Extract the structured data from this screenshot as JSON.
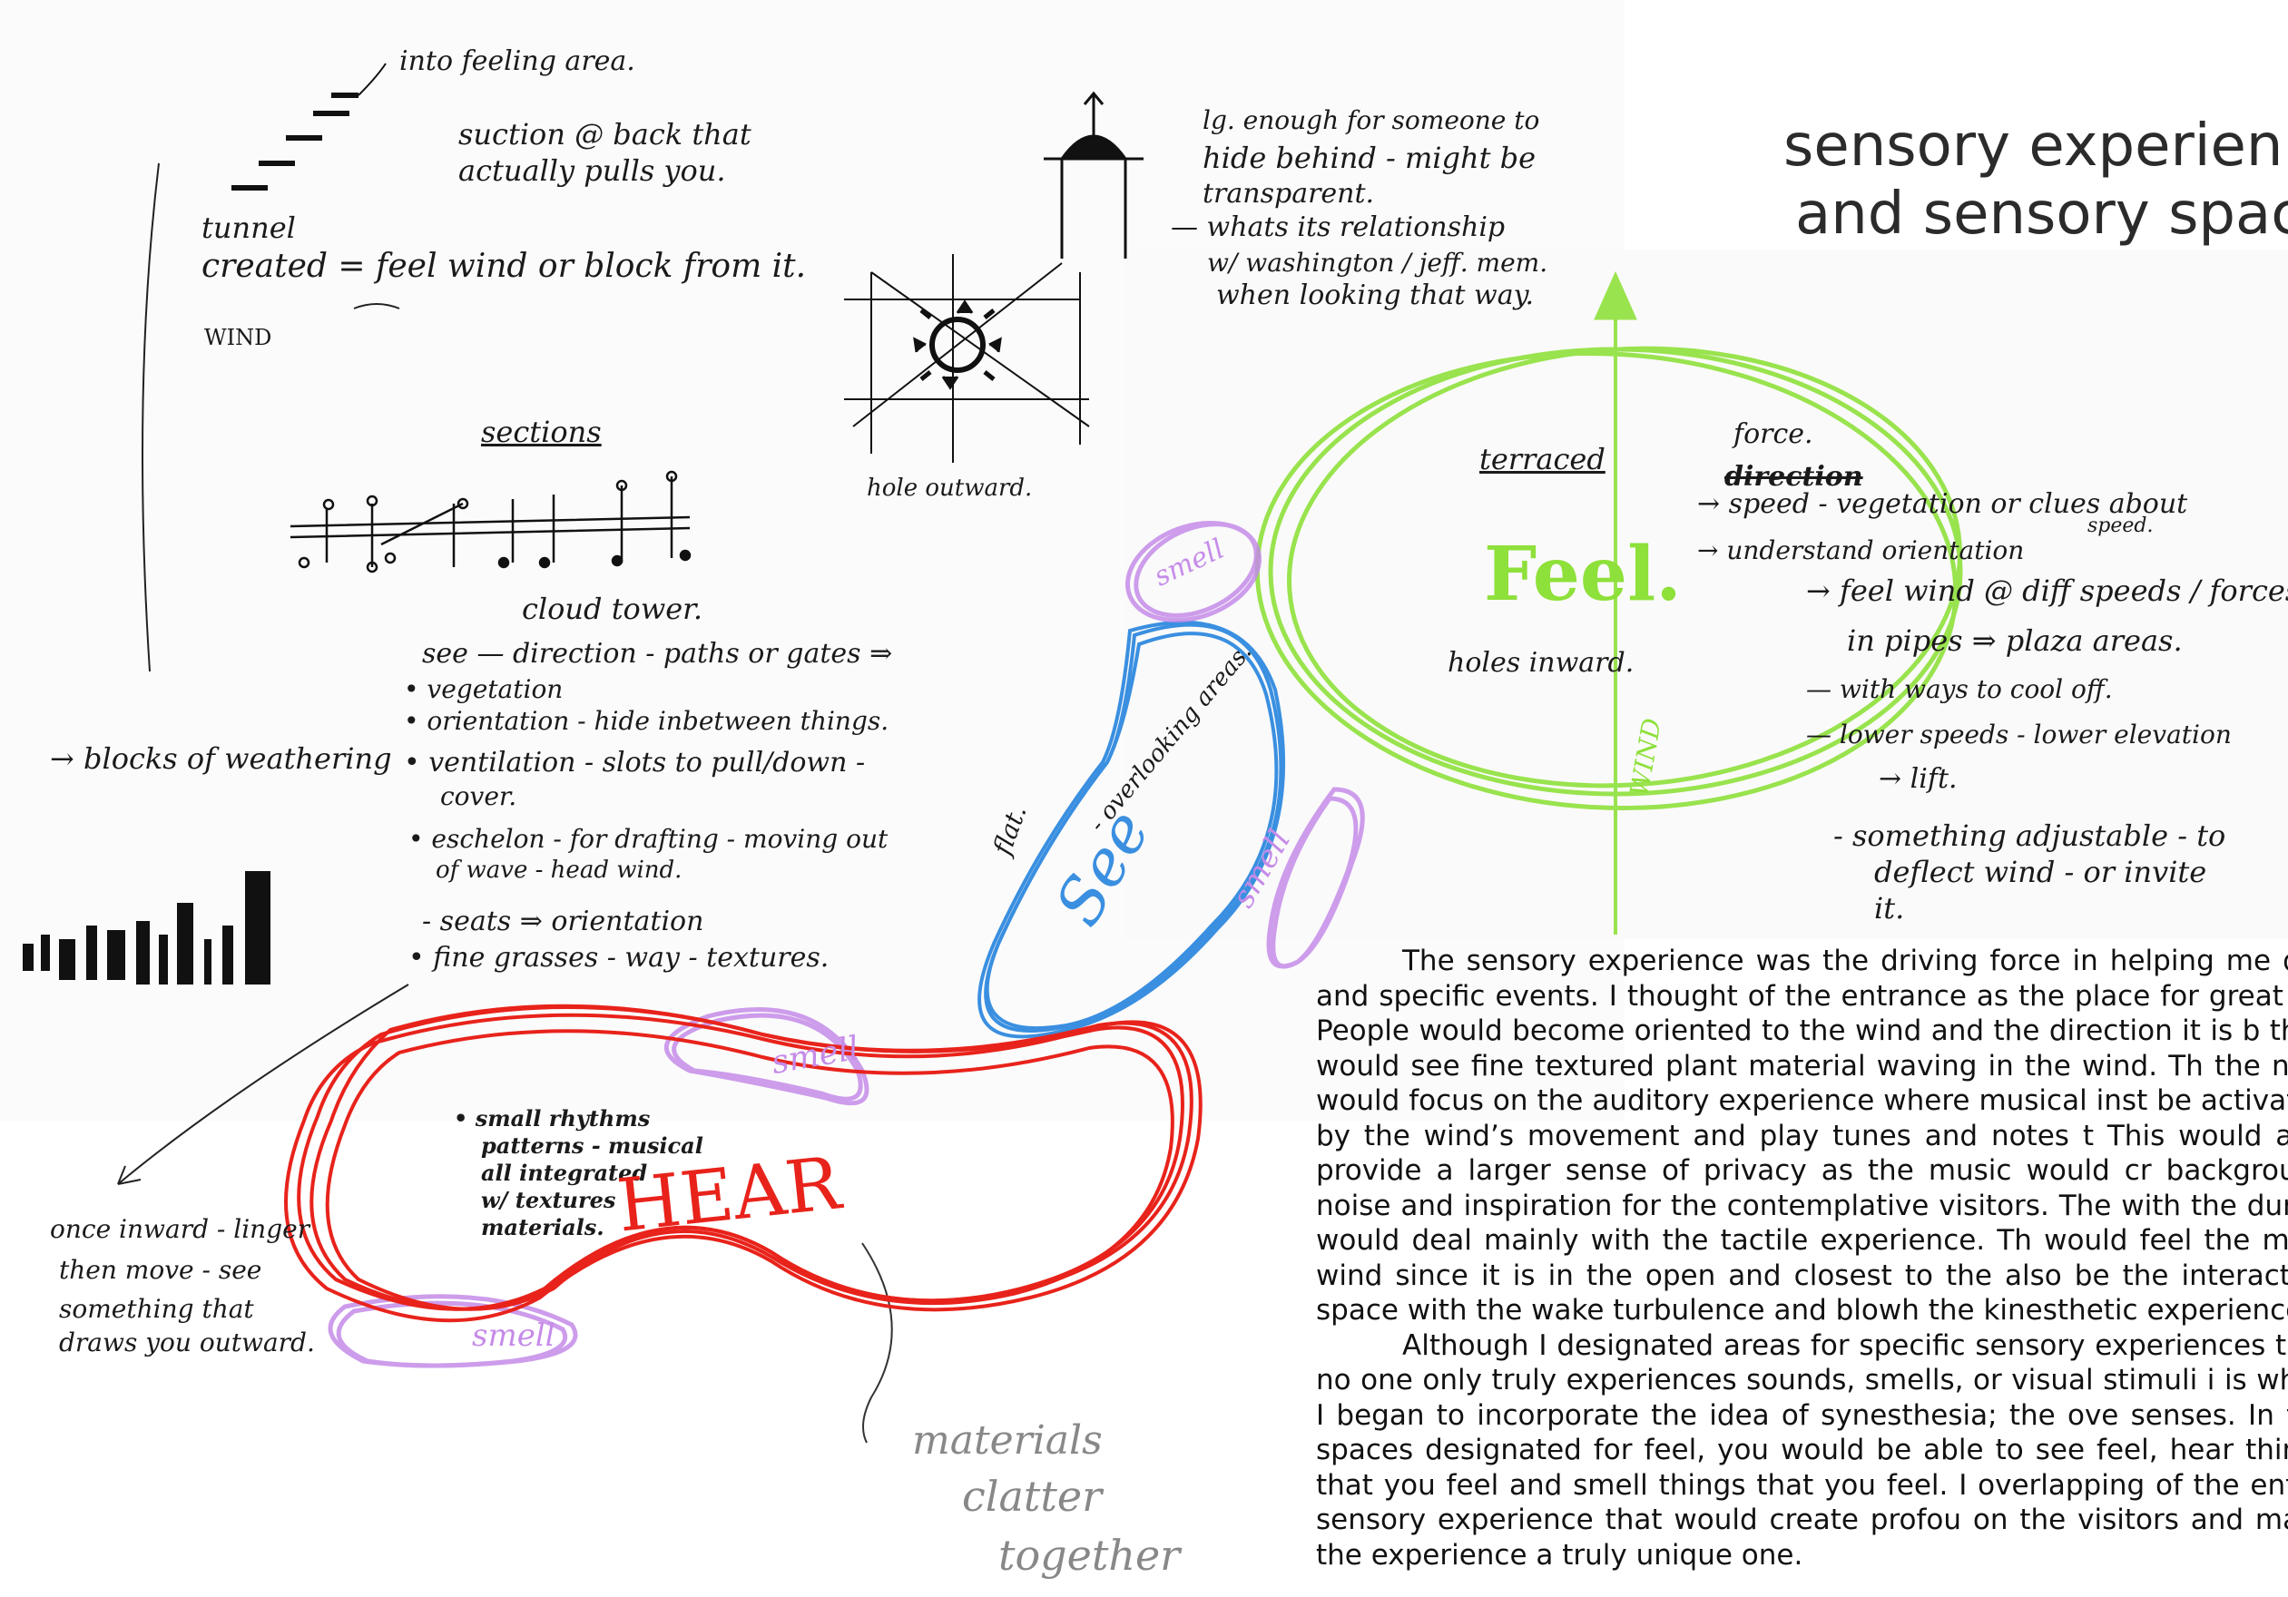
{
  "title": {
    "line1": "sensory experien",
    "line2": "and sensory spac"
  },
  "notes": {
    "into_feeling": "into feeling area.",
    "suction": "suction @ back that",
    "suction2": "actually pulls you.",
    "tunnel": "tunnel",
    "created": "created = feel wind or block from it.",
    "wind_label": "WIND",
    "sections": "sections",
    "hole_outward": "hole outward.",
    "lg_enough": "lg. enough for someone to",
    "hide_behind": "hide behind - might be",
    "transparent": "transparent.",
    "whats_rel": "— whats its relationship",
    "washington": "w/ washington / jeff. mem.",
    "when_looking": "when looking that way.",
    "cloud_tower": "cloud tower.",
    "see_direction": "see — direction - paths or gates ⇒",
    "vegetation": "• vegetation",
    "orientation_hide": "• orientation - hide inbetween things.",
    "ventilation": "• ventilation - slots to pull/down -",
    "cover": "cover.",
    "eschelon": "• eschelon - for drafting - moving out",
    "of_wave": "of wave - head wind.",
    "seats": "- seats ⇒ orientation",
    "fine_grasses": "• fine grasses - way - textures.",
    "blocks": "→ blocks of weathering",
    "once_inward": "once inward - linger",
    "then_move": "then move - see",
    "something_that": "something that",
    "draws_you": "draws you outward.",
    "small_rhythms": "• small rhythms",
    "patterns": "patterns - musical",
    "all_integrated": "all integrated",
    "w_textures": "w/ textures",
    "materials_small": "materials.",
    "hear": "HEAR",
    "materials": "materials",
    "clatter": "clatter",
    "together": "together",
    "smell1": "smell",
    "smell2": "smell",
    "smell3": "smell",
    "smell4": "smell",
    "see_big": "See",
    "flat": "flat.",
    "overlooking": "- overlooking areas.",
    "terraced": "terraced",
    "feel_big": "Feel.",
    "holes_inward": "holes inward.",
    "wind_green": "WIND",
    "force": "force.",
    "direction_crossed": "direction",
    "speed": "→ speed - vegetation or clues about",
    "speed2": "speed.",
    "understand": "→ understand orientation",
    "feel_wind": "→ feel wind @ diff speeds / forces",
    "in_pipes": "in pipes ⇒ plaza areas.",
    "with_ways": "— with ways to cool off.",
    "lower_speeds": "— lower speeds - lower elevation",
    "lift": "→ lift.",
    "something_adj": "- something adjustable - to",
    "deflect": "deflect wind - or invite",
    "it": "it."
  },
  "body": {
    "p1": "The sensory experience was the driving force in helping me des and specific events. I thought of the entrance as the place for great vis People would become oriented to the wind and the direction it is b they would see fine textured plant material waving in the wind. Th the nest would focus on the auditory experience where musical inst be activated by the wind’s movement and play tunes and notes t This would also provide a larger sense of privacy as the music would cr background noise and inspiration for the contemplative visitors. The with the dunes would deal mainly with the tactile experience. Th would feel the most wind since it is in the open and closest to the also be the interactive space with the wake turbulence and blowh the kinesthetic experience.",
    "p2": "Although I designated areas for specific sensory experiences that no one only truly experiences sounds, smells, or visual stimuli i is when I began to incorporate the idea of synesthesia; the ove senses. In the spaces designated for feel, you would be able to see feel, hear things that you feel and smell things that you feel. I overlapping of the entire sensory experience that would create profou on the visitors and make the experience a truly unique one."
  },
  "colors": {
    "red": "#e8231b",
    "blue": "#3a8fe0",
    "green": "#8ee03a",
    "purple": "#c58be8",
    "ink": "#1a1a1a"
  }
}
